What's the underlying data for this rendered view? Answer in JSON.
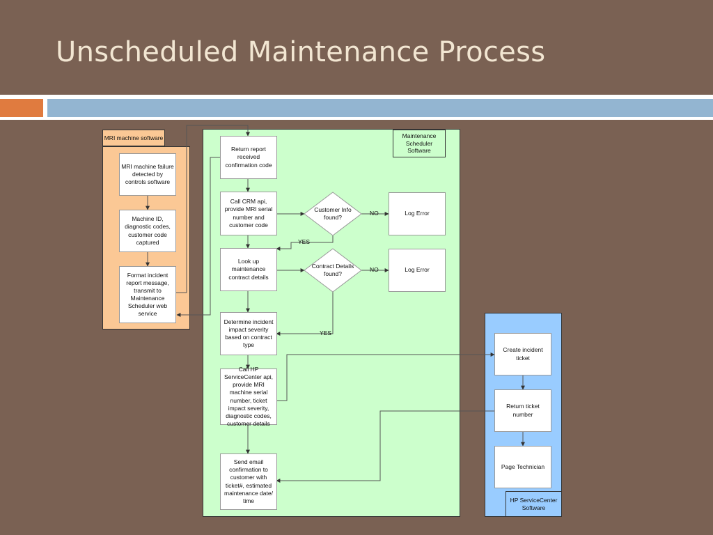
{
  "slide": {
    "title": "Unscheduled Maintenance Process"
  },
  "lanes": {
    "mri": "MRI machine software",
    "ms": "Maintenance Scheduler Software",
    "hp": "HP ServiceCenter Software"
  },
  "steps": {
    "mri_failure": "MRI machine failure detected by controls software",
    "machine_id": "Machine ID, diagnostic codes, customer code captured",
    "format_report": "Format incident report message, transmit to Maintenance Scheduler web service",
    "return_report": "Return report received confirmation code",
    "call_crm": "Call CRM api, provide MRI serial number and customer code",
    "lookup_contract": "Look up maintenance contract details",
    "determine_severity": "Determine incident impact severity based on contract type",
    "call_hp": "Call HP ServiceCenter api, provide MRI machine serial number, ticket impact severity, diagnostic codes, customer details",
    "send_email": "Send email confirmation to customer with ticket#, estimated maintenance date/ time",
    "log_error_1": "Log Error",
    "log_error_2": "Log Error",
    "create_ticket": "Create incident ticket",
    "return_ticket": "Return ticket number",
    "page_tech": "Page Technician"
  },
  "decisions": {
    "customer_info": "Customer Info found?",
    "contract_details": "Contract Details found?"
  },
  "edge_labels": {
    "no_1": "NO",
    "no_2": "NO",
    "yes_1": "YES",
    "yes_2": "YES"
  }
}
